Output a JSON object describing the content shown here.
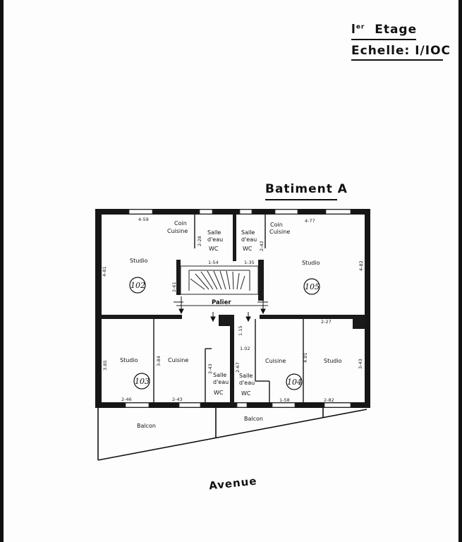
{
  "header": {
    "floor_prefix": "l",
    "floor_sup": "er",
    "floor_word": "Etage",
    "scale": "Echelle: I/IOC"
  },
  "building": {
    "title": "Batiment A"
  },
  "street": "Avenue",
  "rooms": {
    "studio": "Studio",
    "coin": "Coin",
    "cuisine_word": "Cuisine",
    "salle": "Salle",
    "deau": "d'eau",
    "wc": "WC",
    "palier": "Palier",
    "balcon": "Balcon"
  },
  "apartments": {
    "a102": "102",
    "a105": "105",
    "a103": "103",
    "a104": "104"
  },
  "dimensions": {
    "d459": "4-59",
    "d477": "4-77",
    "d228": "2-28",
    "d242": "2-42",
    "d154": "1-54",
    "d135": "1-35",
    "d481": "4-81",
    "d482": "4-82",
    "d261": "2-61",
    "d227": "2-27",
    "d115": "1.15",
    "d102": "1.02",
    "d385": "3.85",
    "d384": "3-84",
    "d243v": "2-43",
    "d267": "2-67",
    "d401": "4.01",
    "d343": "3-43",
    "d246": "2-46",
    "d243": "2-43",
    "d158": "1-58",
    "d282": "2-82"
  }
}
